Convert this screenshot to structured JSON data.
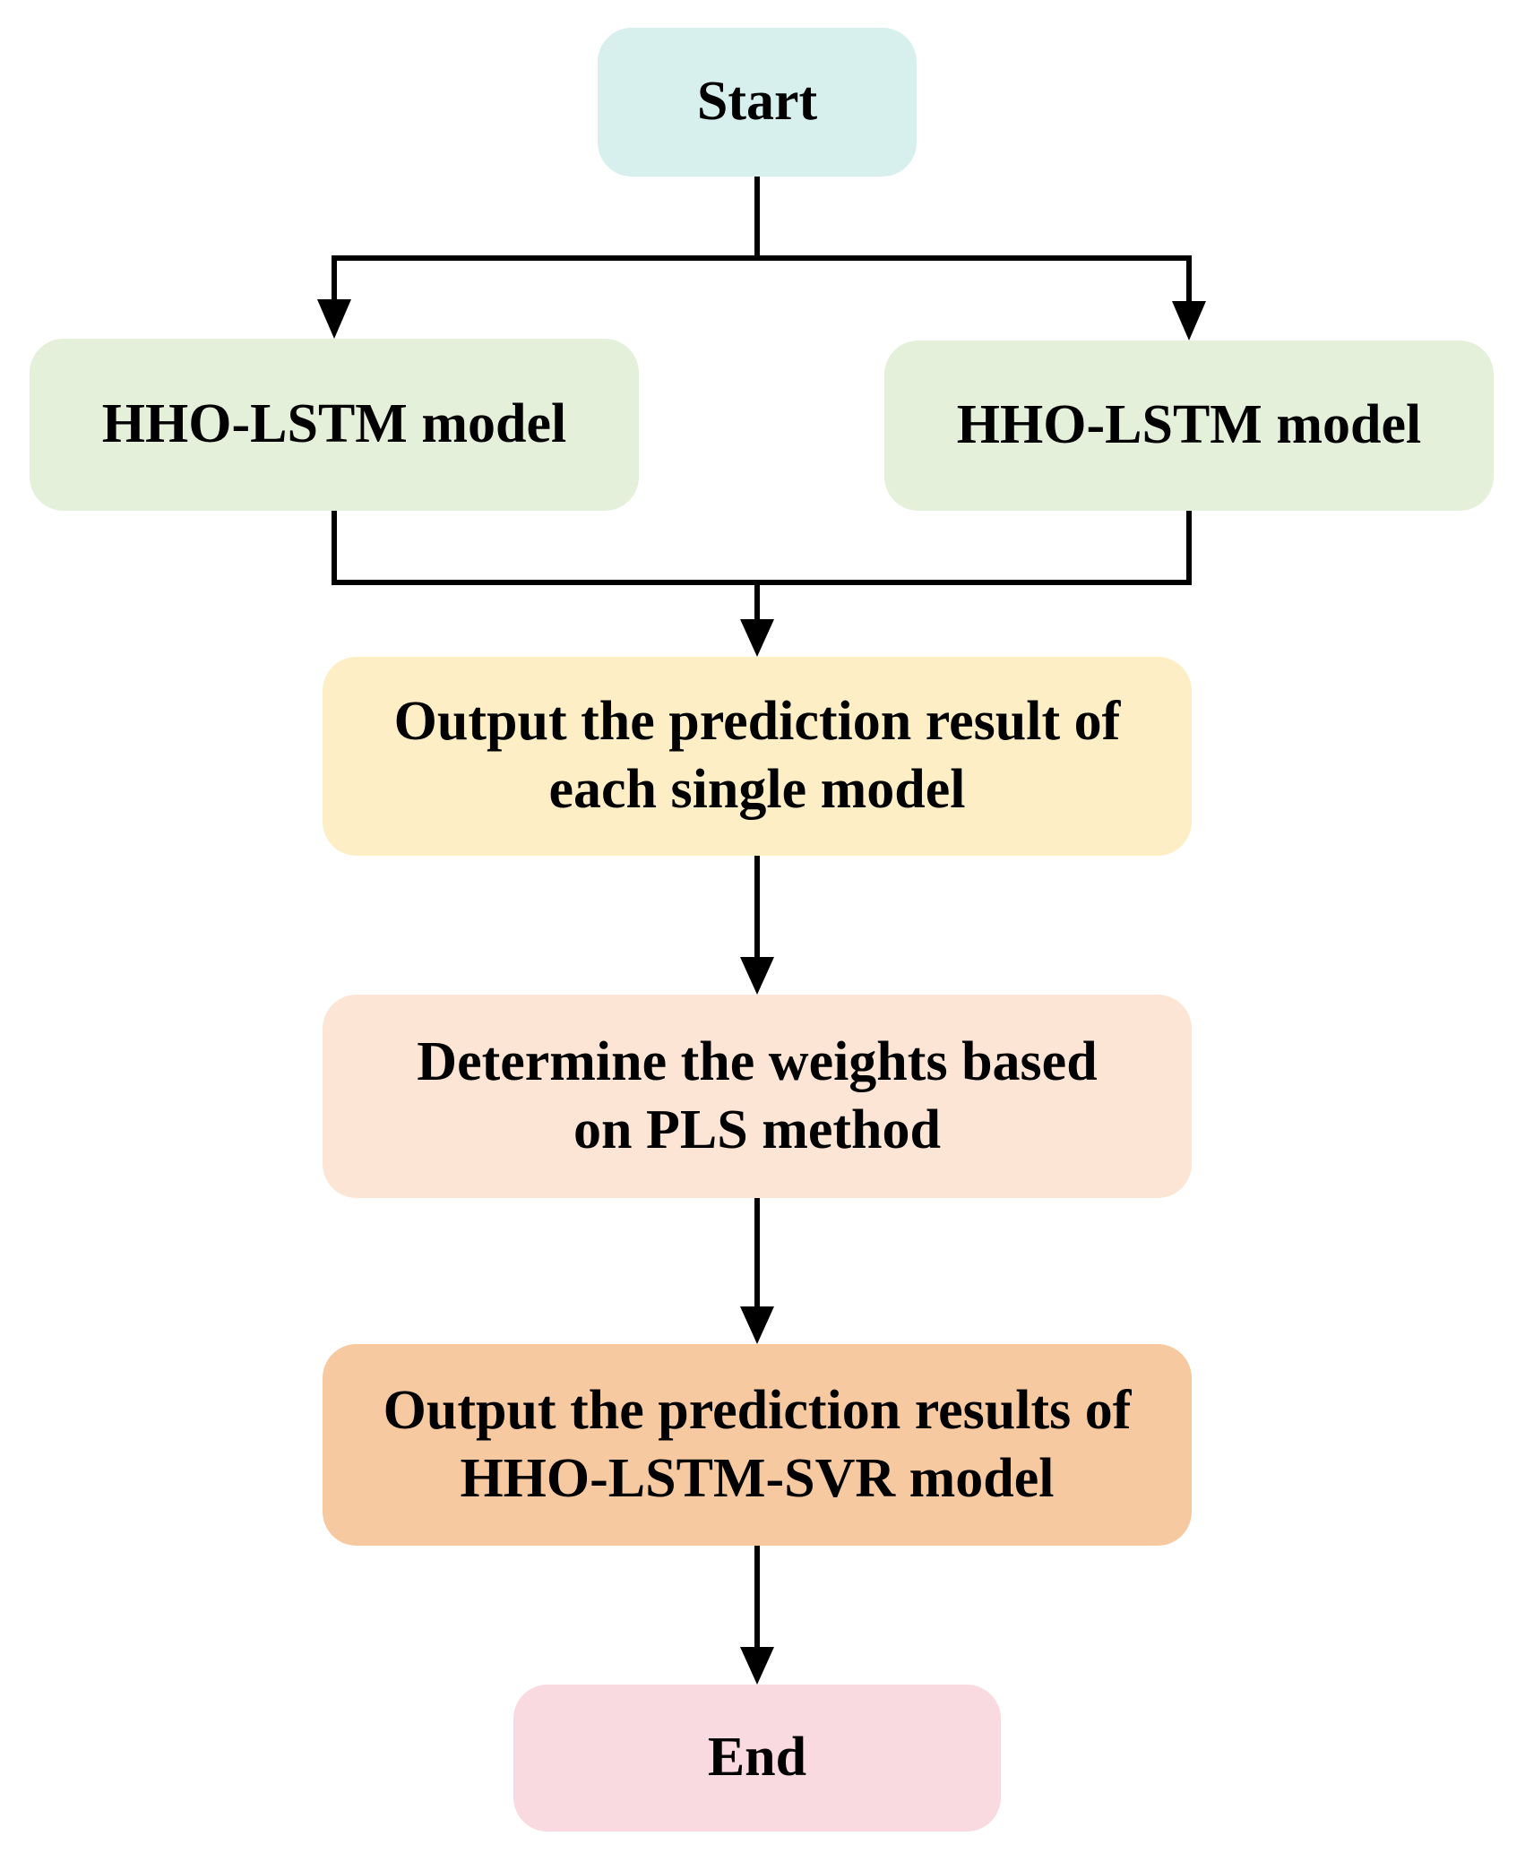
{
  "figure": {
    "type": "flowchart",
    "background": "#ffffff",
    "connector": {
      "color": "#000000",
      "style": "solid-orthogonal-arrows"
    },
    "nodes": {
      "start": {
        "label": "Start",
        "fill": "#d7f0ee"
      },
      "model_left": {
        "label": "HHO-LSTM model",
        "fill": "#e4f0da"
      },
      "model_right": {
        "label": "HHO-LSTM model",
        "fill": "#e4f0da"
      },
      "output_single": {
        "label": "Output the prediction result of\neach single model",
        "fill": "#fdeec5"
      },
      "pls_weights": {
        "label": "Determine the weights based\non PLS method",
        "fill": "#fce5d5"
      },
      "output_combined": {
        "label": "Output the prediction results of\nHHO-LSTM-SVR model",
        "fill": "#f6c9a1"
      },
      "end": {
        "label": "End",
        "fill": "#f9dae0"
      }
    },
    "edges": [
      {
        "from": "start",
        "to": "model_left"
      },
      {
        "from": "start",
        "to": "model_right"
      },
      {
        "from": "model_left",
        "to": "output_single"
      },
      {
        "from": "model_right",
        "to": "output_single"
      },
      {
        "from": "output_single",
        "to": "pls_weights"
      },
      {
        "from": "pls_weights",
        "to": "output_combined"
      },
      {
        "from": "output_combined",
        "to": "end"
      }
    ]
  }
}
